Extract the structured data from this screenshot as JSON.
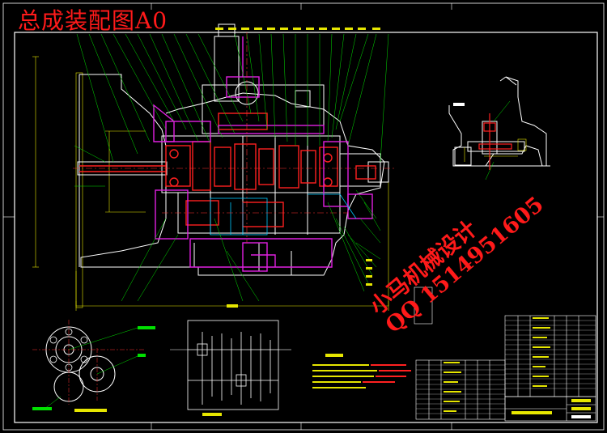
{
  "drawing": {
    "title": "总成装配图A0",
    "watermark_line1": "小马机械设计",
    "watermark_line2": "QQ 1514951605",
    "colors": {
      "background": "#000000",
      "frame": "#ffffff",
      "title_text": "#ff1a1a",
      "outline": "#ffffff",
      "dimension": "#e6e600",
      "leader": "#00e000",
      "part_red": "#ff2020",
      "part_magenta": "#e020e0",
      "centerline": "#ff3030",
      "cyan": "#00c8ff"
    },
    "views": [
      {
        "name": "main-assembly-section",
        "type": "sectional view"
      },
      {
        "name": "gear-lever-detail",
        "type": "section"
      },
      {
        "name": "gear-train-layout",
        "type": "small view"
      },
      {
        "name": "transmission-schematic",
        "type": "schematic"
      }
    ],
    "panels": {
      "technical_requirements": "technical notes",
      "parts_list": "parts list",
      "title_block": "title block"
    }
  }
}
